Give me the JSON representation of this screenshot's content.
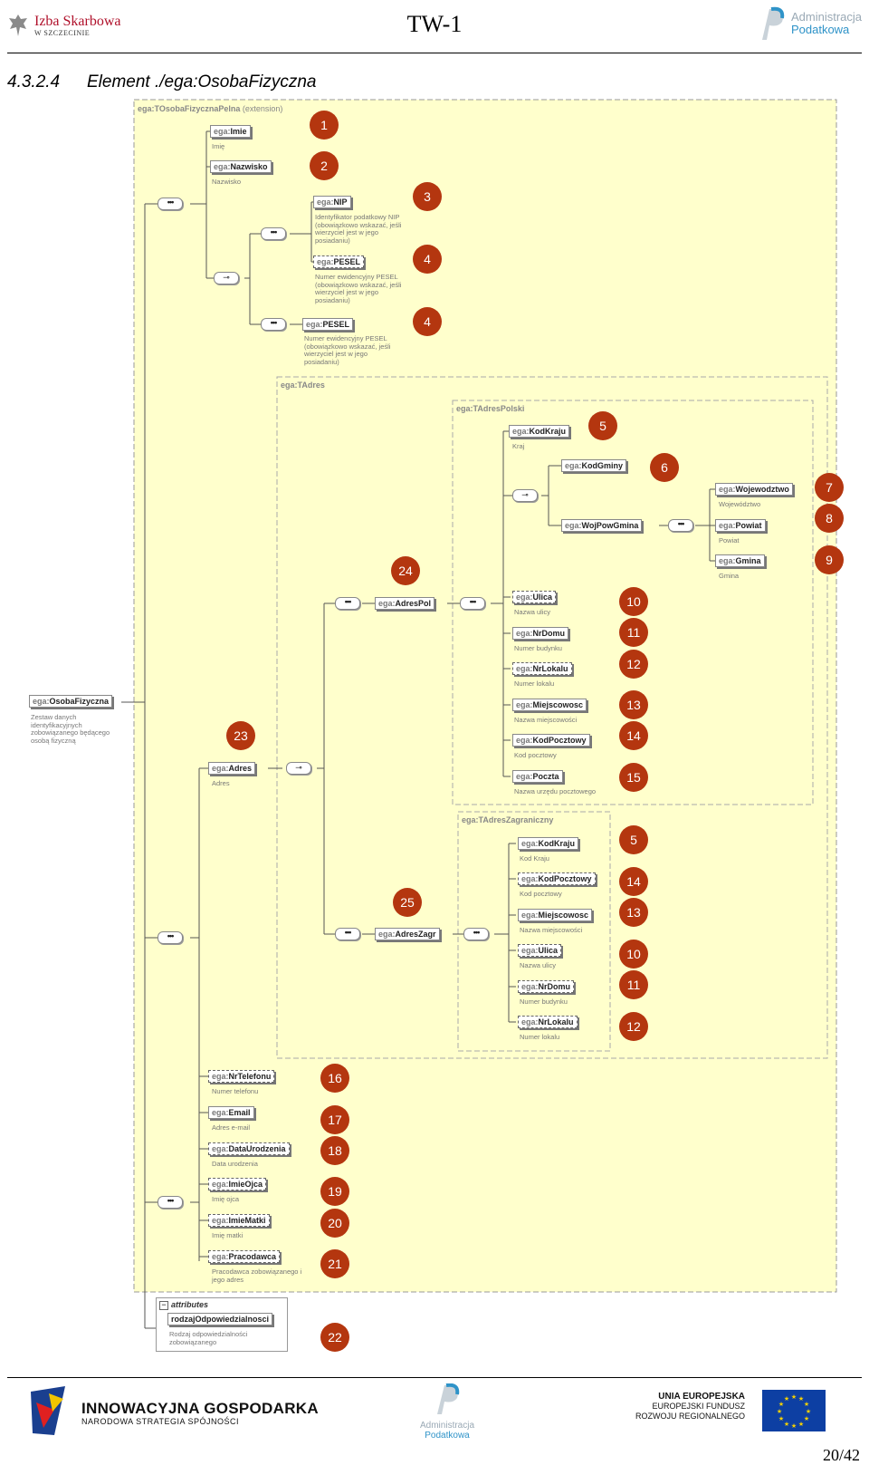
{
  "header": {
    "left_logo_line1": "Izba Skarbowa",
    "left_logo_line2": "W SZCZECINIE",
    "title": "TW-1",
    "right_logo_line1": "Administracja",
    "right_logo_line2": "Podatkowa"
  },
  "section": {
    "number": "4.3.2.4",
    "title": "Element ./ega:OsobaFizyczna"
  },
  "diagram": {
    "root": {
      "prefix": "ega:",
      "name": "OsobaFizyczna",
      "desc": "Zestaw danych\nidentyfikacyjnych\nzobowiązanego będącego\nosobą fizyczną"
    },
    "type_label": {
      "name": "ega:TOsobaFizycznaPelna",
      "ext": "(extension)"
    },
    "tadres_label": "ega:TAdres",
    "tadrespolski_label": "ega:TAdresPolski",
    "tadreszagr_label": "ega:TAdresZagraniczny",
    "elements": {
      "imie": {
        "prefix": "ega:",
        "name": "Imie",
        "desc": "Imię"
      },
      "nazwisko": {
        "prefix": "ega:",
        "name": "Nazwisko",
        "desc": "Nazwisko"
      },
      "nip": {
        "prefix": "ega:",
        "name": "NIP",
        "desc": "Identyfikator podatkowy NIP\n(obowiązkowo wskazać, jeśli\nwierzyciel jest w jego\nposiadaniu)"
      },
      "pesel1": {
        "prefix": "ega:",
        "name": "PESEL",
        "desc": "Numer ewidencyjny PESEL\n(obowiązkowo wskazać, jeśli\nwierzyciel jest w jego\nposiadaniu)"
      },
      "pesel2": {
        "prefix": "ega:",
        "name": "PESEL",
        "desc": "Numer ewidencyjny PESEL\n(obowiązkowo wskazać, jeśli\nwierzyciel jest w jego\nposiadaniu)"
      },
      "kodkraju": {
        "prefix": "ega:",
        "name": "KodKraju",
        "desc": "Kraj"
      },
      "kodgminy": {
        "prefix": "ega:",
        "name": "KodGminy",
        "desc": ""
      },
      "wojpowgmina": {
        "prefix": "ega:",
        "name": "WojPowGmina",
        "desc": ""
      },
      "wojewodztwo": {
        "prefix": "ega:",
        "name": "Wojewodztwo",
        "desc": "Województwo"
      },
      "powiat": {
        "prefix": "ega:",
        "name": "Powiat",
        "desc": "Powiat"
      },
      "gmina": {
        "prefix": "ega:",
        "name": "Gmina",
        "desc": "Gmina"
      },
      "adrespol": {
        "prefix": "ega:",
        "name": "AdresPol",
        "desc": ""
      },
      "ulica": {
        "prefix": "ega:",
        "name": "Ulica",
        "desc": "Nazwa ulicy"
      },
      "nrdomu": {
        "prefix": "ega:",
        "name": "NrDomu",
        "desc": "Numer budynku"
      },
      "nrlokalu": {
        "prefix": "ega:",
        "name": "NrLokalu",
        "desc": "Numer lokalu"
      },
      "miejscowosc": {
        "prefix": "ega:",
        "name": "Miejscowosc",
        "desc": "Nazwa miejscowości"
      },
      "kodpocztowy": {
        "prefix": "ega:",
        "name": "KodPocztowy",
        "desc": "Kod pocztowy"
      },
      "poczta": {
        "prefix": "ega:",
        "name": "Poczta",
        "desc": "Nazwa urzędu pocztowego"
      },
      "adres": {
        "prefix": "ega:",
        "name": "Adres",
        "desc": "Adres"
      },
      "adreszagr": {
        "prefix": "ega:",
        "name": "AdresZagr",
        "desc": ""
      },
      "z_kodkraju": {
        "prefix": "ega:",
        "name": "KodKraju",
        "desc": "Kod Kraju"
      },
      "z_kodpocztowy": {
        "prefix": "ega:",
        "name": "KodPocztowy",
        "desc": "Kod pocztowy"
      },
      "z_miejscowosc": {
        "prefix": "ega:",
        "name": "Miejscowosc",
        "desc": "Nazwa miejscowości"
      },
      "z_ulica": {
        "prefix": "ega:",
        "name": "Ulica",
        "desc": "Nazwa ulicy"
      },
      "z_nrdomu": {
        "prefix": "ega:",
        "name": "NrDomu",
        "desc": "Numer budynku"
      },
      "z_nrlokalu": {
        "prefix": "ega:",
        "name": "NrLokalu",
        "desc": "Numer lokalu"
      },
      "nrtelefonu": {
        "prefix": "ega:",
        "name": "NrTelefonu",
        "desc": "Numer telefonu"
      },
      "email": {
        "prefix": "ega:",
        "name": "Email",
        "desc": "Adres e-mail"
      },
      "dataurodzenia": {
        "prefix": "ega:",
        "name": "DataUrodzenia",
        "desc": "Data urodzenia"
      },
      "imieojca": {
        "prefix": "ega:",
        "name": "ImieOjca",
        "desc": "Imię ojca"
      },
      "imiematki": {
        "prefix": "ega:",
        "name": "ImieMatki",
        "desc": "Imię matki"
      },
      "pracodawca": {
        "prefix": "ega:",
        "name": "Pracodawca",
        "desc": "Pracodawca zobowiązanego i\njego adres"
      }
    },
    "attributes": {
      "title": "attributes",
      "name": "rodzajOdpowiedzialnosci",
      "desc": "Rodzaj odpowiedzialności\nzobowiązanego"
    },
    "badges": [
      "1",
      "2",
      "3",
      "4",
      "4",
      "5",
      "6",
      "7",
      "8",
      "9",
      "24",
      "10",
      "11",
      "12",
      "13",
      "23",
      "14",
      "15",
      "5",
      "14",
      "25",
      "13",
      "10",
      "11",
      "12",
      "16",
      "17",
      "18",
      "19",
      "20",
      "21",
      "22"
    ],
    "seq_symbol": "•••",
    "choice_symbol": "⊸"
  },
  "footer": {
    "left_line1": "INNOWACYJNA GOSPODARKA",
    "left_line2": "NARODOWA STRATEGIA SPÓJNOŚCI",
    "center_line1": "Administracja",
    "center_line2": "Podatkowa",
    "right_line1": "UNIA EUROPEJSKA",
    "right_line2": "EUROPEJSKI FUNDUSZ",
    "right_line3": "ROZWOJU REGIONALNEGO",
    "page": "20/42"
  },
  "colors": {
    "diagram_bg": "#ffffcc",
    "badge": "#b4360f",
    "izba_red": "#b0112b",
    "ap_blue": "#2f93c8"
  }
}
